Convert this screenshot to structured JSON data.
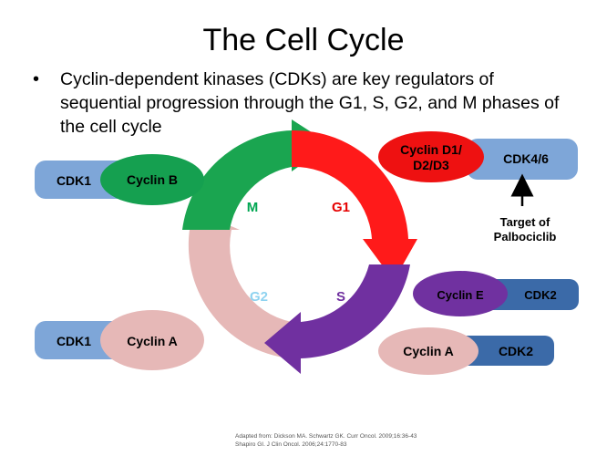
{
  "title": "The Cell Cycle",
  "bullet": {
    "marker": "•",
    "text": "Cyclin-dependent kinases  (CDKs) are key regulators of sequential progression through the G1, S, G2, and M phases of the cell cycle"
  },
  "phases": {
    "m": "M",
    "g1": "G1",
    "g2": "G2",
    "s": "S"
  },
  "complexes": {
    "top_left": {
      "cdk": "CDK1",
      "cyclin": "Cyclin B"
    },
    "top_right": {
      "cdk": "CDK4/6",
      "cyclin": "Cyclin D1/\nD2/D3"
    },
    "mid_right": {
      "cdk": "CDK2",
      "cyclin": "Cyclin E"
    },
    "bottom_left": {
      "cdk": "CDK1",
      "cyclin": "Cyclin A"
    },
    "bottom_right": {
      "cdk": "CDK2",
      "cyclin": "Cyclin A"
    }
  },
  "target_note": "Target of\nPalbociclib",
  "citation": {
    "line1": "Adapted from: Dickson MA. Schwartz GK. Curr Oncol. 2009;16:36-43",
    "line2": "Shapiro GI. J Clin Oncol. 2006;24:1770-83"
  },
  "colors": {
    "cdk_light_blue": "#7ea6d8",
    "cdk_dark_blue": "#3b6aa8",
    "cyclin_b_green": "#15a050",
    "cyclin_d_red": "#ee1111",
    "cyclin_e_purple": "#7031a0",
    "cyclin_a_pink": "#e6b8b7",
    "arc_m": "#1aa550",
    "arc_g1": "#ff1a1a",
    "arc_s": "#7030a0",
    "arc_g2": "#e6b8b7",
    "label_m": "#00a651",
    "label_g1": "#e60000",
    "label_s": "#7030a0",
    "label_g2": "#8fd3f0"
  }
}
